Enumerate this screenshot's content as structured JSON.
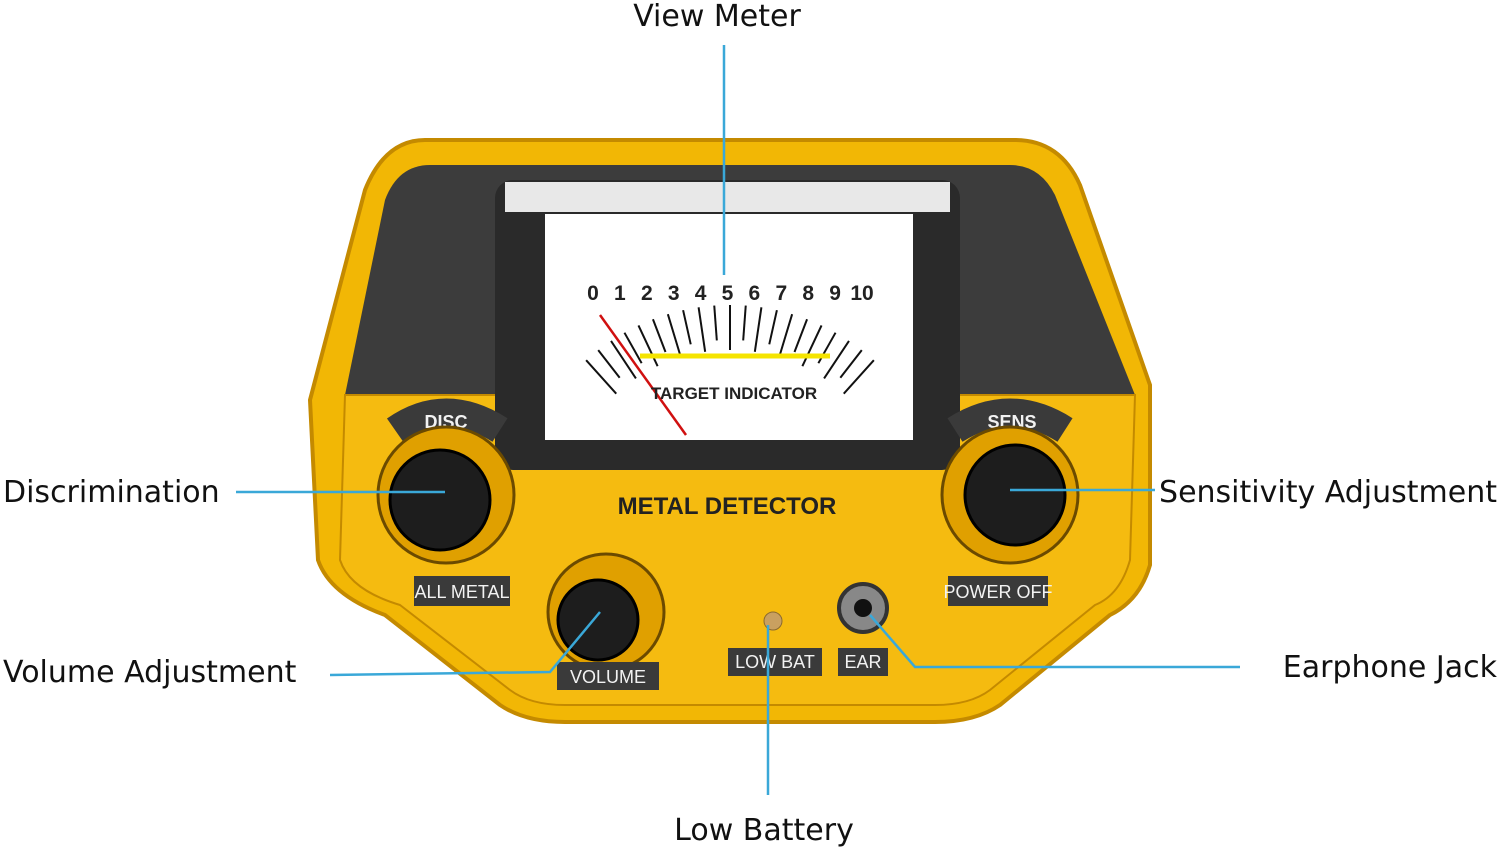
{
  "callouts": {
    "view_meter": "View Meter",
    "discrimination": "Discrimination",
    "sensitivity": "Sensitivity Adjustment",
    "volume": "Volume Adjustment",
    "earphone": "Earphone Jack",
    "low_battery": "Low Battery"
  },
  "device": {
    "brand_label": "METAL DETECTOR",
    "meter_caption": "TARGET INDICATOR",
    "scale": [
      "0",
      "1",
      "2",
      "3",
      "4",
      "5",
      "6",
      "7",
      "8",
      "9",
      "10"
    ],
    "disc_label": "DISC",
    "sens_label": "SENS",
    "all_metal": "ALL METAL",
    "power_off": "POWER OFF",
    "volume_label": "VOLUME",
    "low_bat": "LOW BAT",
    "ear": "EAR"
  },
  "colors": {
    "body": "#f2b705",
    "callout_line": "#3aa8d8",
    "panel": "#3a3a3a"
  }
}
